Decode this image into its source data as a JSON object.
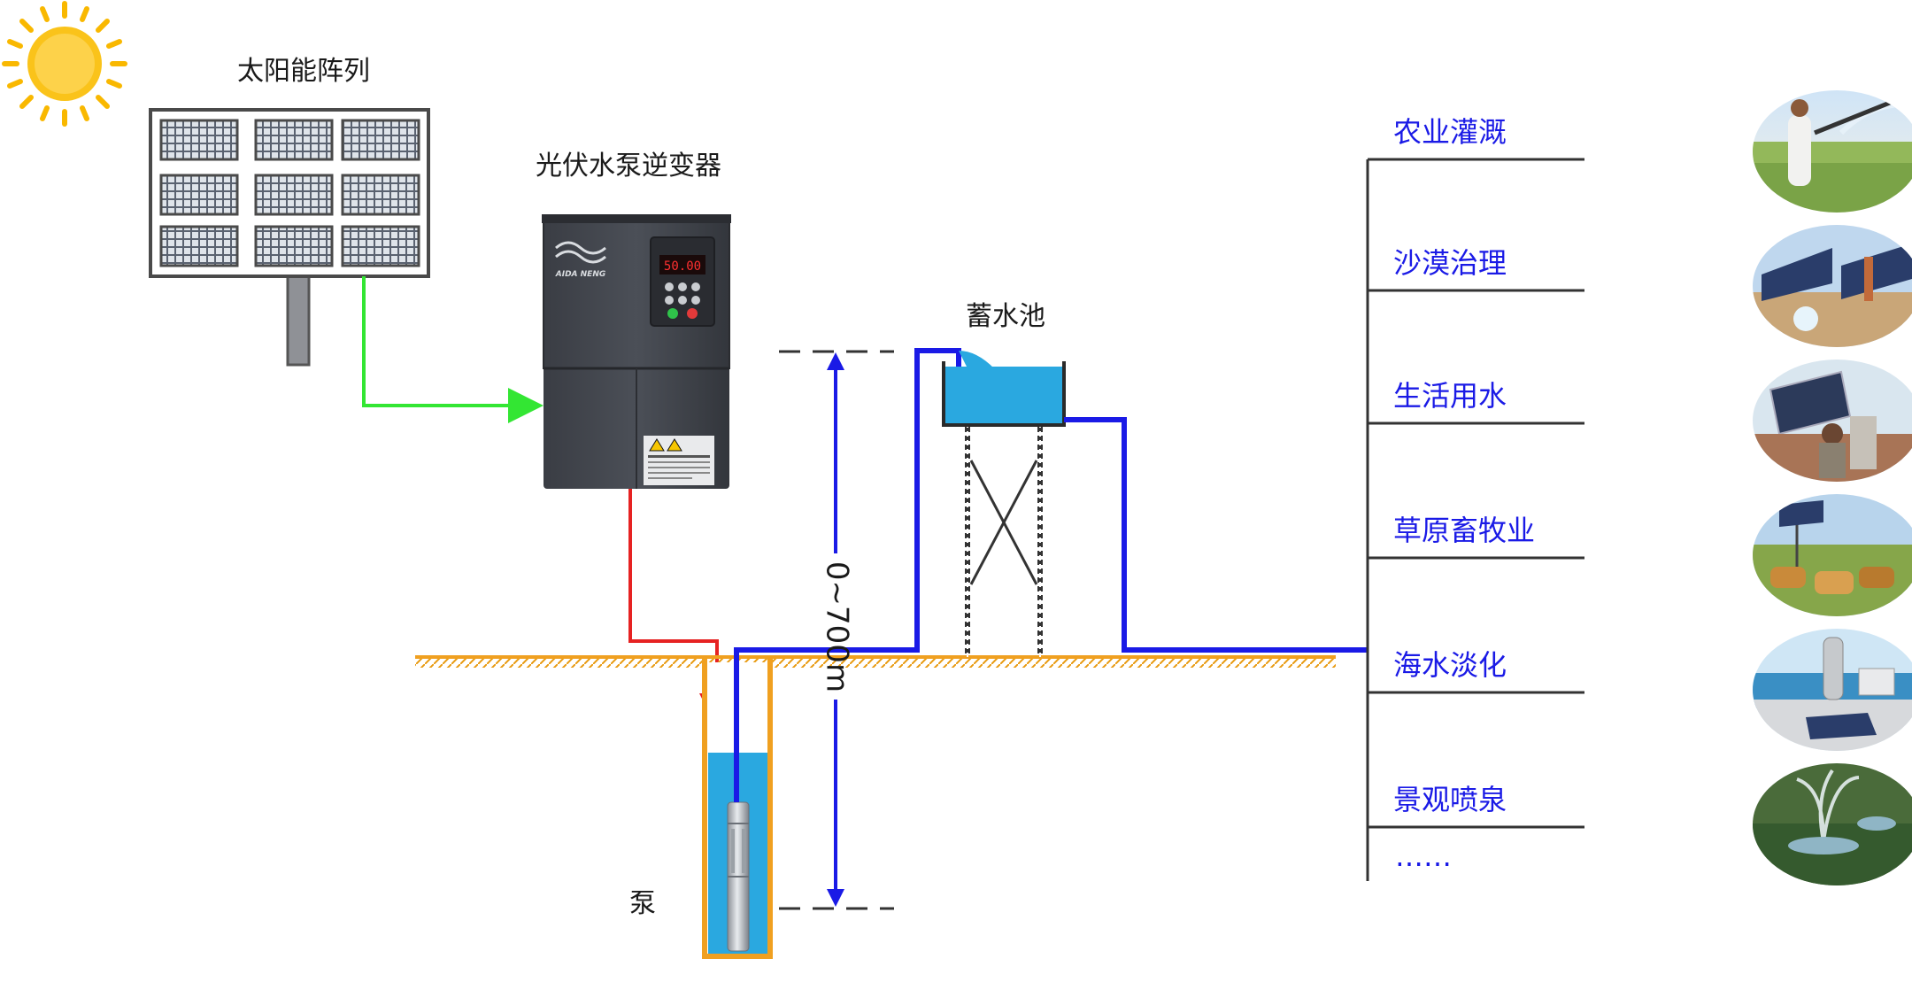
{
  "diagram": {
    "solar_array_label": "太阳能阵列",
    "inverter_label": "光伏水泵逆变器",
    "inverter_brand": "AIDA NENG",
    "inverter_display": "50.00",
    "tank_label": "蓄水池",
    "pump_label": "泵",
    "depth_label": "0~700m",
    "applications": [
      {
        "label": "农业灌溉",
        "photo": "farm-irrigation-photo"
      },
      {
        "label": "沙漠治理",
        "photo": "desert-solar-photo"
      },
      {
        "label": "生活用水",
        "photo": "domestic-water-photo"
      },
      {
        "label": "草原畜牧业",
        "photo": "grassland-cattle-photo"
      },
      {
        "label": "海水淡化",
        "photo": "desalination-photo"
      },
      {
        "label": "景观喷泉",
        "photo": "fountain-photo"
      }
    ],
    "more_label": "……",
    "colors": {
      "dc_power": "#33e633",
      "ac_power": "#e62222",
      "water_pipe": "#1a1ae6",
      "ground": "#f0a020",
      "water": "#2aa8e0",
      "sun": "#f9b800"
    }
  }
}
